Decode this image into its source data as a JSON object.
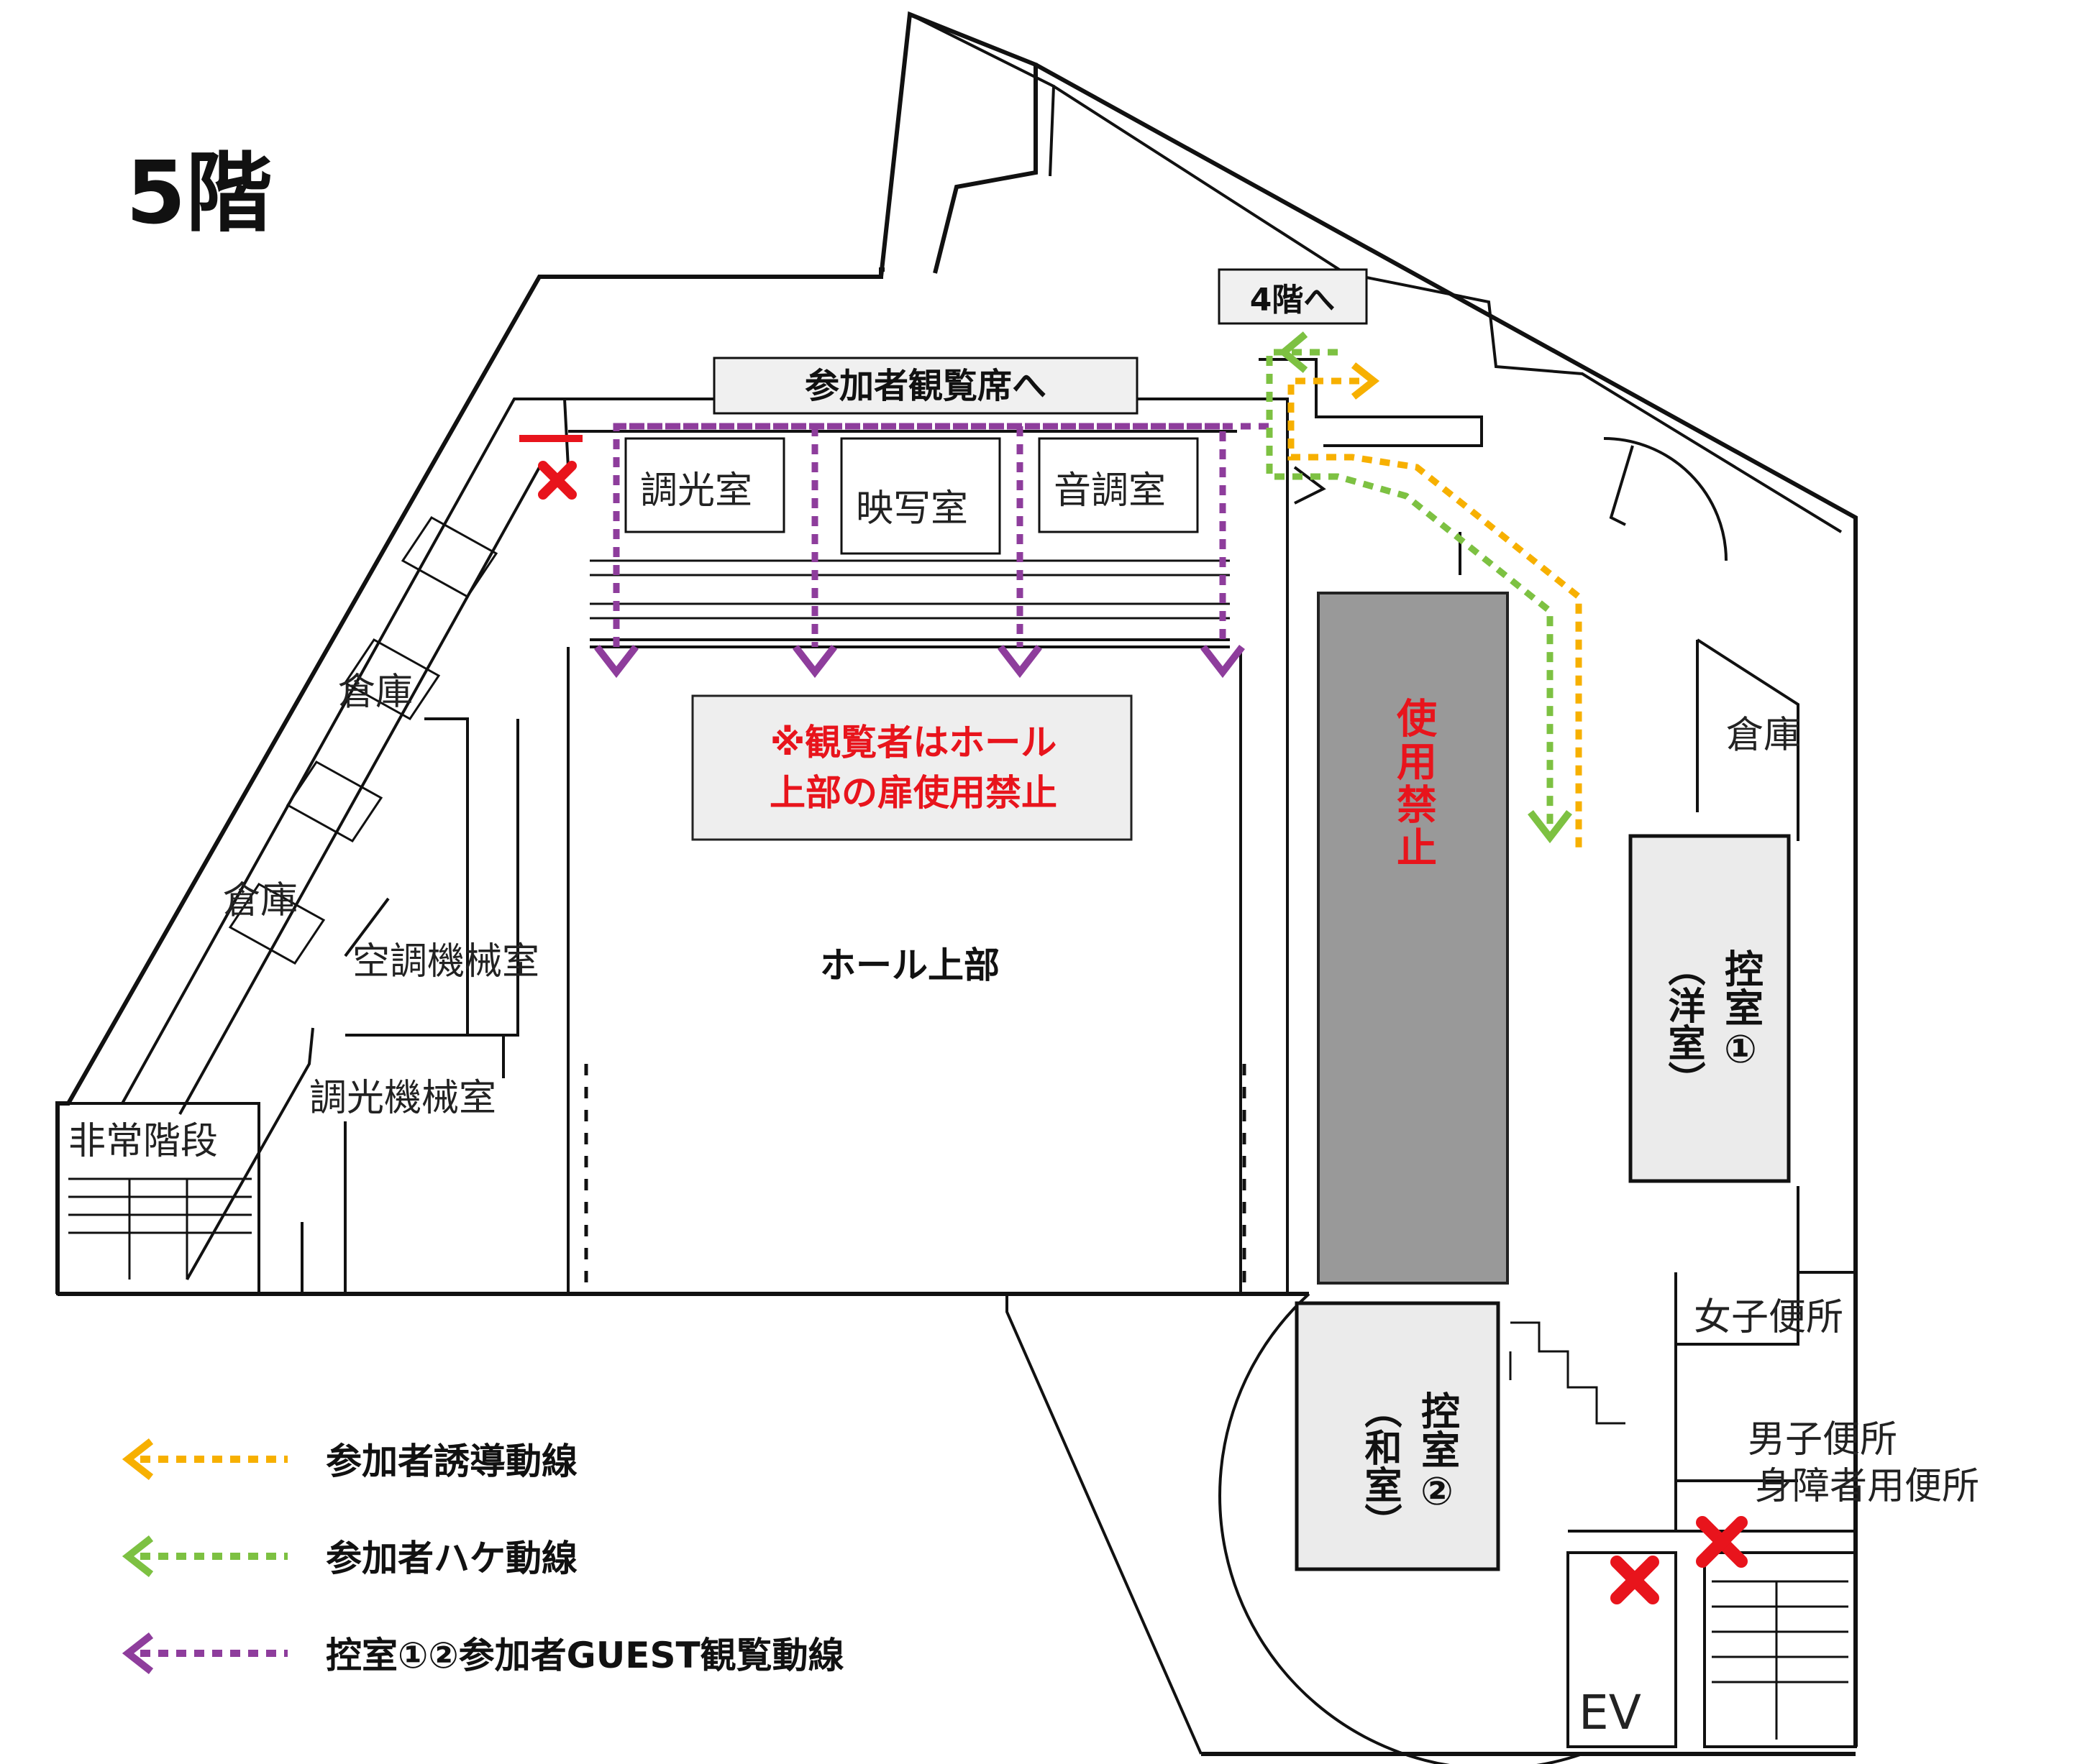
{
  "floor_title": "5階",
  "labels": {
    "to_4f": "4階へ",
    "to_audience_seats": "参加者観覧席へ",
    "warning_line1": "※観覧者はホール",
    "warning_line2": "上部の扉使用禁止",
    "hall_upper": "ホール上部",
    "no_use_vertical": "使用禁止",
    "waiting_room_1": "控室①",
    "waiting_room_1_type": "（洋室）",
    "waiting_room_2": "控室②",
    "waiting_room_2_type": "（和室）"
  },
  "printed_rooms": {
    "dimmer_room": "調光室",
    "projection_room": "映写室",
    "sound_room": "音調室",
    "storage_1": "倉庫",
    "storage_2": "倉庫",
    "storage_3": "倉庫",
    "ac_machine_room": "空調機械室",
    "dimmer_machine_room": "調光機械室",
    "emergency_stairs": "非常階段",
    "womens_restroom": "女子便所",
    "mens_restroom": "男子便所",
    "accessible_restroom": "身障者用便所",
    "elevator": "EV"
  },
  "legend": [
    {
      "text": "参加者誘導動線",
      "color": "#f7b000"
    },
    {
      "text": "参加者ハケ動線",
      "color": "#7dc142"
    },
    {
      "text": "控室①②参加者GUEST観覧動線",
      "color": "#8e3d9c"
    }
  ],
  "colors": {
    "no_entry_mark": "#e8141c",
    "blocked_area": "#999999",
    "route_guide": "#f7b000",
    "route_exit": "#7dc142",
    "route_guest": "#8e3d9c"
  }
}
